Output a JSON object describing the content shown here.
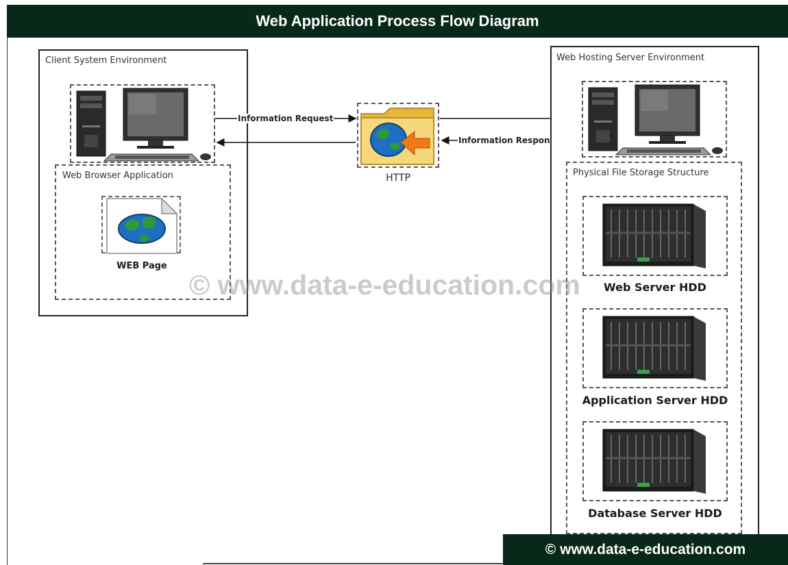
{
  "title": "Web Application Process Flow Diagram",
  "client": {
    "environment_label": "Client System Environment",
    "browser_label": "Web Browser Application",
    "page_label": "WEB Page"
  },
  "http": {
    "label": "HTTP",
    "request_label": "Information Request",
    "response_label": "Information Response"
  },
  "server": {
    "environment_label": "Web Hosting Server Environment",
    "storage_label": "Physical File Storage Structure",
    "servers": [
      "Web Server HDD",
      "Application Server HDD",
      "Database Server HDD"
    ]
  },
  "watermark": "© www.data-e-education.com",
  "footer": "© www.data-e-education.com",
  "icons": [
    "desktop-computer-icon",
    "web-page-globe-icon",
    "http-folder-icon",
    "blade-server-icon"
  ],
  "colors": {
    "banner": "#08291a",
    "globe_blue": "#1e6fc0",
    "globe_green": "#2e9a3a",
    "folder": "#f2c94c",
    "arrow_orange": "#f07a1a"
  }
}
